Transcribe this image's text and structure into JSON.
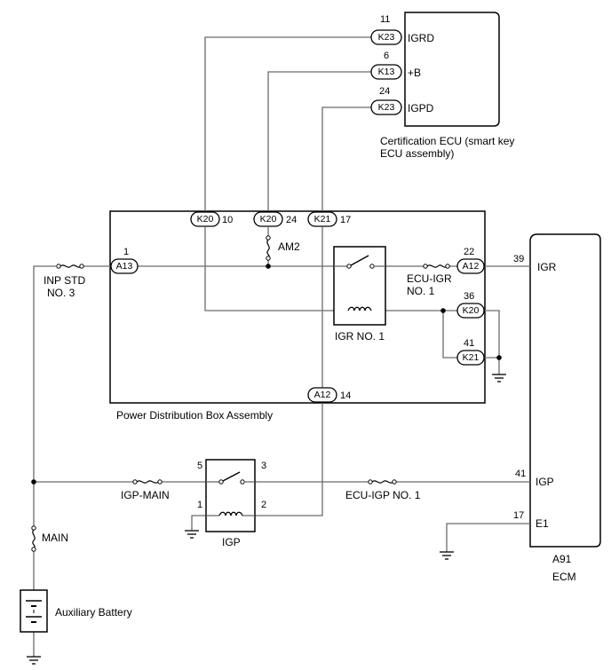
{
  "cert_ecu": {
    "name_line1": "Certification ECU (smart key",
    "name_line2": "ECU assembly)",
    "pins": [
      {
        "num": "11",
        "conn": "K23",
        "label": "IGRD"
      },
      {
        "num": "6",
        "conn": "K13",
        "label": "+B"
      },
      {
        "num": "24",
        "conn": "K23",
        "label": "IGPD"
      }
    ]
  },
  "pdb": {
    "name": "Power Distribution Box Assembly",
    "top_pins": [
      {
        "conn": "K20",
        "num": "10"
      },
      {
        "conn": "K20",
        "num": "24"
      },
      {
        "conn": "K21",
        "num": "17"
      }
    ],
    "left_pin": {
      "conn": "A13",
      "num": "1"
    },
    "right_pins": [
      {
        "conn": "A12",
        "num": "22"
      },
      {
        "conn": "K20",
        "num": "36"
      },
      {
        "conn": "K21",
        "num": "41"
      }
    ],
    "bottom_pin": {
      "conn": "A12",
      "num": "14"
    },
    "am2": "AM2",
    "relay": "IGR NO. 1",
    "fuse_ecu_igr_line1": "ECU-IGR",
    "fuse_ecu_igr_line2": "NO. 1"
  },
  "inp_std_line1": "INP STD",
  "inp_std_line2": "NO. 3",
  "igp_main": "IGP-MAIN",
  "igp_relay": {
    "name": "IGP",
    "pin5": "5",
    "pin3": "3",
    "pin1": "1",
    "pin2": "2"
  },
  "ecu_igp": "ECU-IGP NO. 1",
  "main_fuse": "MAIN",
  "battery": "Auxiliary Battery",
  "ecm": {
    "code": "A91",
    "name": "ECM",
    "pins": [
      {
        "num": "39",
        "label": "IGR"
      },
      {
        "num": "41",
        "label": "IGP"
      },
      {
        "num": "17",
        "label": "E1"
      }
    ]
  }
}
